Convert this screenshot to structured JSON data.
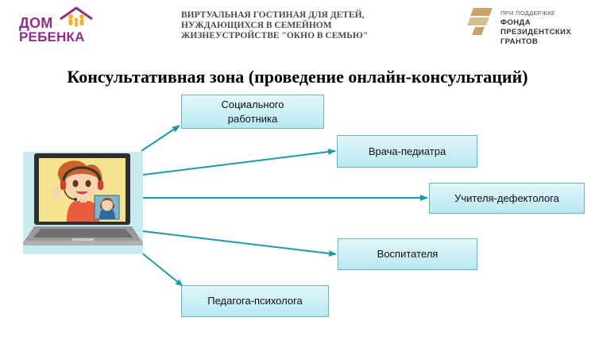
{
  "header": {
    "logo_left": {
      "line1": "ДОМ",
      "line2": "РЕБЕНКА"
    },
    "center_lines": [
      "ВИРТУАЛЬНАЯ ГОСТИНАЯ ДЛЯ ДЕТЕЙ,",
      "НУЖДАЮЩИХСЯ В СЕМЕЙНОМ",
      "ЖИЗНЕУСТРОЙСТВЕ \"ОКНО В СЕМЬЮ\""
    ],
    "logo_right": {
      "support": "ПРИ ПОДДЕРЖКЕ",
      "line1": "ФОНДА",
      "line2": "ПРЕЗИДЕНТСКИХ",
      "line3": "ГРАНТОВ"
    }
  },
  "title": "Консультативная зона (проведение онлайн-консультаций)",
  "diagram": {
    "source_icon": "laptop-video-call-icon",
    "arrow_color": "#1b9aa8",
    "targets": [
      {
        "label": "Социального работника"
      },
      {
        "label": "Врача-педиатра"
      },
      {
        "label": "Учителя-дефектолога"
      },
      {
        "label": "Воспитателя"
      },
      {
        "label": "Педагога-психолога"
      }
    ]
  }
}
